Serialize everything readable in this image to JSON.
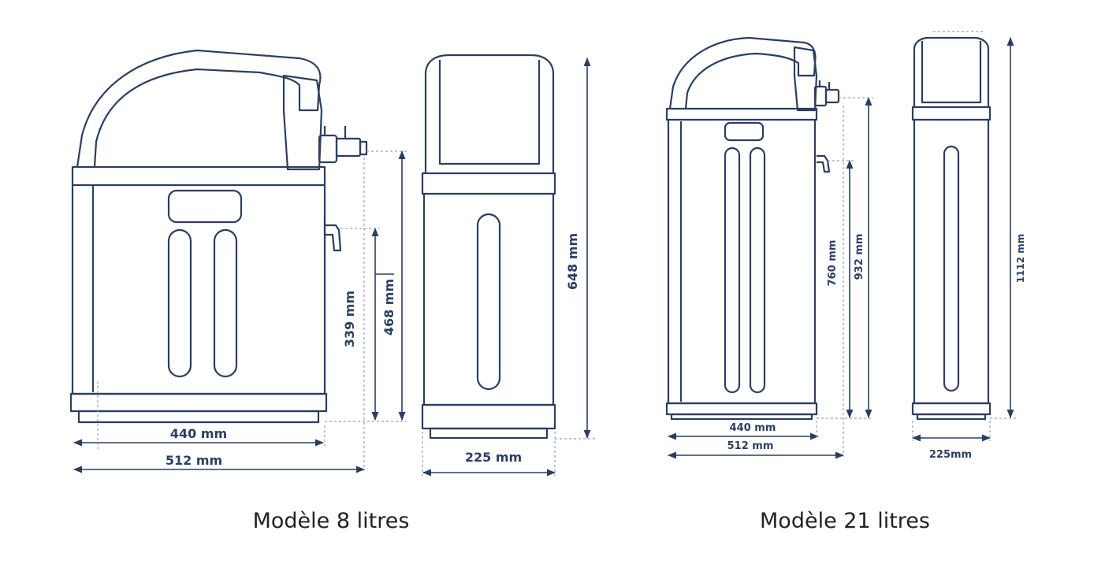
{
  "colors": {
    "line": "#2c3e60",
    "dashed": "#9aa4b5",
    "caption": "#222222"
  },
  "model_8": {
    "caption": "Modèle 8 litres",
    "dims": {
      "width_body": "440 mm",
      "width_total": "512 mm",
      "height_outlet": "339 mm",
      "height_inlet": "468 mm",
      "depth": "225 mm",
      "height_total": "648 mm"
    }
  },
  "model_21": {
    "caption": "Modèle 21 litres",
    "dims": {
      "width_body": "440 mm",
      "width_total": "512 mm",
      "height_outlet": "760 mm",
      "height_inlet": "932 mm",
      "depth": "225mm",
      "height_total": "1112 mm"
    }
  }
}
